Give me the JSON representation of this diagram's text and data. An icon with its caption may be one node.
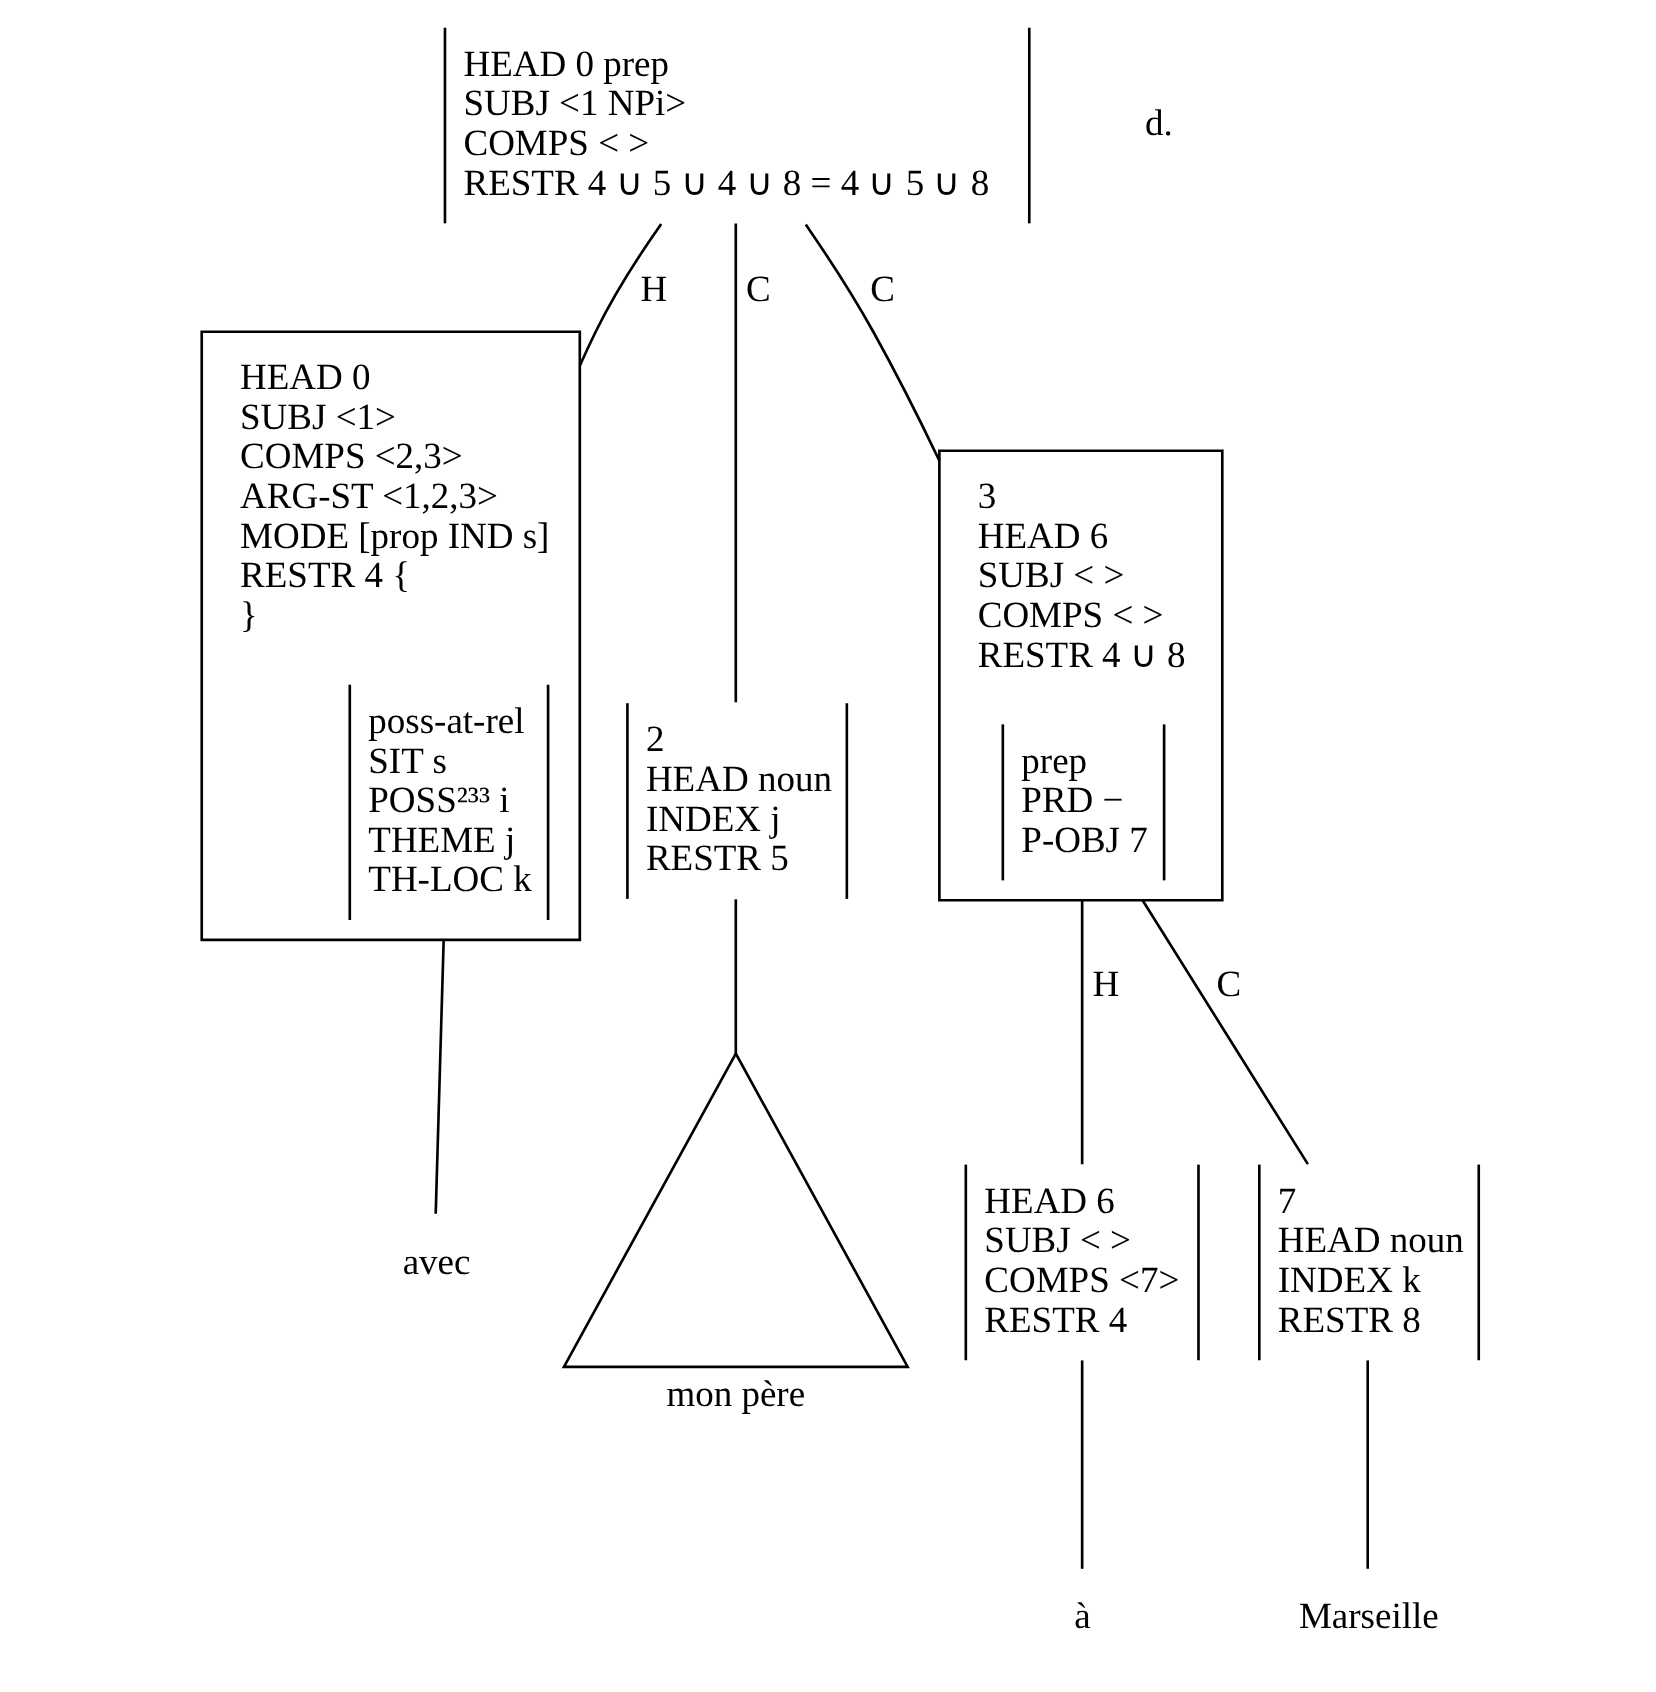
{
  "diagram": {
    "nodes": [
      {
        "text": [
          "HEAD 0 prep",
          "SUBJ <1 NPi>",
          "COMPS < >",
          "RESTR 4 ∪ 5 ∪ 4 ∪ 8 = 4 ∪ 5 ∪ 8"
        ]
      },
      {
        "text": [
          "HEAD 0",
          "SUBJ <1>",
          "COMPS <2,3>",
          "ARG-ST <1,2,3>",
          "MODE [prop IND s]",
          "RESTR 4 {",
          "}"
        ]
      },
      {
        "text": [
          "poss-at-rel",
          "SIT s",
          "POSS²³³ i",
          "THEME j",
          "TH-LOC k"
        ],
        "in": 1
      },
      {
        "text": [
          "2",
          "HEAD noun",
          "INDEX j",
          "RESTR 5"
        ]
      },
      {
        "text": [
          "3",
          "HEAD 6",
          "SUBJ < >",
          "COMPS < >",
          "RESTR 4 ∪ 8"
        ]
      },
      {
        "text": [
          "prep",
          "PRD −",
          "P-OBJ 7"
        ],
        "in": 4
      },
      {
        "text": [
          "HEAD 6",
          "SUBJ < >",
          "COMPS <7>",
          "RESTR 4"
        ]
      },
      {
        "text": [
          "7",
          "HEAD noun",
          "INDEX k",
          "RESTR 8"
        ]
      },
      {
        "text": [
          "avec"
        ]
      },
      {
        "text": [
          "mon père"
        ]
      },
      {
        "text": [
          "à"
        ]
      },
      {
        "text": [
          "Marseille"
        ]
      }
    ],
    "edges": [
      {
        "from": 0,
        "to": 1,
        "arrow": "none",
        "label": "H"
      },
      {
        "from": 0,
        "to": 3,
        "arrow": "none",
        "label": "C"
      },
      {
        "from": 0,
        "to": 4,
        "arrow": "none",
        "label": "C"
      },
      {
        "from": 1,
        "to": 8,
        "arrow": "none"
      },
      {
        "from": 3,
        "to": 9,
        "arrow": "none"
      },
      {
        "from": 4,
        "to": 6,
        "arrow": "none",
        "label": "H"
      },
      {
        "from": 4,
        "to": 7,
        "arrow": "none",
        "label": "C"
      },
      {
        "from": 6,
        "to": 10,
        "arrow": "none"
      },
      {
        "from": 7,
        "to": 11,
        "arrow": "none"
      }
    ],
    "labels": [
      "d."
    ]
  }
}
